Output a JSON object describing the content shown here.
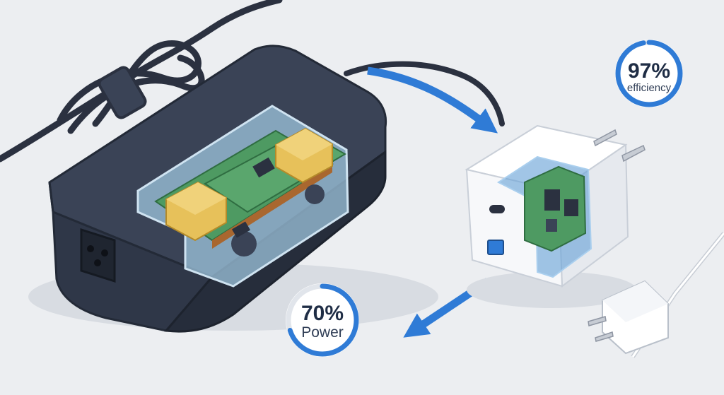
{
  "gauges": {
    "efficiency": {
      "value_text": "97%",
      "label": "efficiency",
      "fraction": 0.97,
      "color": "#2f7bd6"
    },
    "power": {
      "value_text": "70%",
      "label": "Power",
      "fraction": 0.7,
      "color": "#2f7bd6"
    }
  },
  "colors": {
    "background": "#eceef1",
    "brick_body": "#2f3748",
    "brick_top": "#3a4356",
    "pcb": "#4e9a62",
    "transformer": "#e7c15a",
    "arrow": "#2f7bd6",
    "charger_body": "#f7f8fa",
    "cord": "#2b3140"
  },
  "icons": [
    "power-brick-icon",
    "pcb-board-icon",
    "transformer-icon",
    "usb-c-port-icon",
    "usb-a-port-icon",
    "plug-prongs-icon",
    "cord-icon",
    "arrow-icon"
  ]
}
